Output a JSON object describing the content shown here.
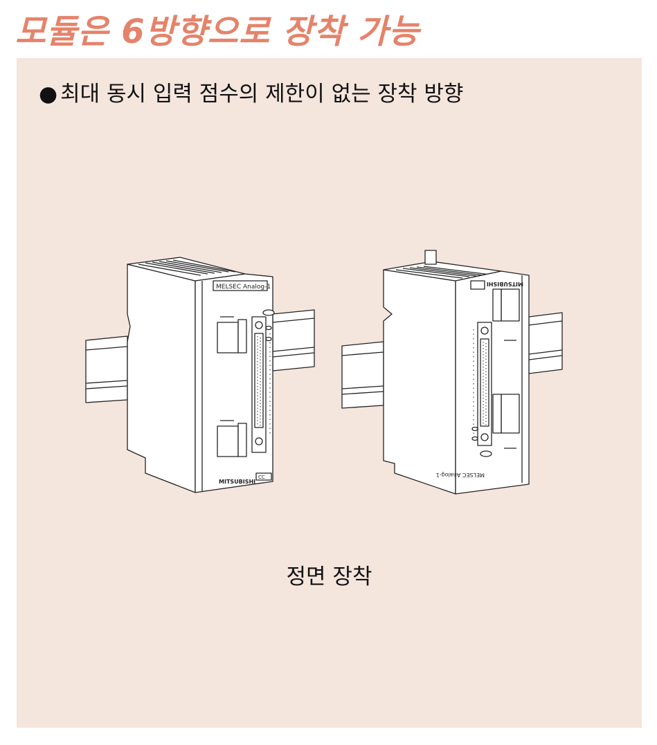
{
  "title": "모듈은 6방향으로 장착 가능",
  "bullet": "●",
  "bullet_text": "최대 동시 입력 점수의 제한이 없는 장착 방향",
  "caption": "정면 장착",
  "module_labels": {
    "brand": "MITSUBISHI",
    "model": "MELSEC Analog-1",
    "mark": "CC"
  },
  "colors": {
    "title": "#e5836a",
    "panel": "#f4e5dd",
    "line": "#222222",
    "fill": "#ffffff"
  },
  "icons": {
    "bullet": "filled-circle-icon"
  }
}
